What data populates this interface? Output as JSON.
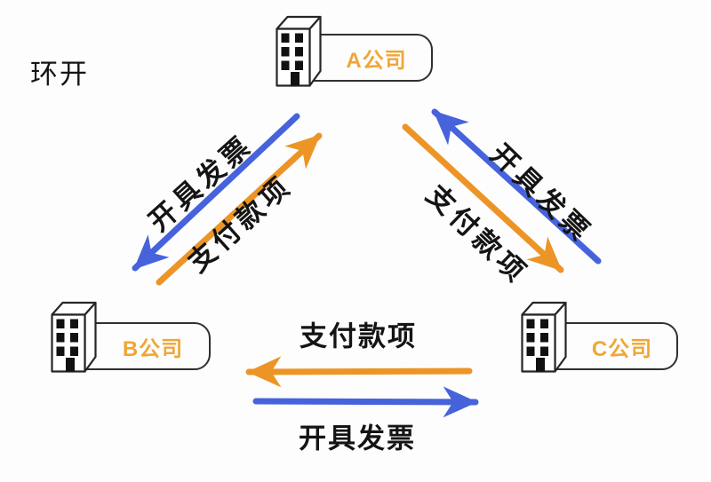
{
  "title": "环开",
  "colors": {
    "blue": "#4663DC",
    "orange": "#EC9526",
    "node_label": "#F0A637",
    "text": "#141414",
    "outline": "#262626"
  },
  "nodes": [
    {
      "id": "company-a",
      "label": "A公司"
    },
    {
      "id": "company-b",
      "label": "B公司"
    },
    {
      "id": "company-c",
      "label": "C公司"
    }
  ],
  "edges": [
    {
      "id": "a-to-b",
      "from": "A公司",
      "to": "B公司",
      "label": "开具发票",
      "color": "blue"
    },
    {
      "id": "b-to-a",
      "from": "B公司",
      "to": "A公司",
      "label": "支付款项",
      "color": "orange"
    },
    {
      "id": "c-to-a",
      "from": "C公司",
      "to": "A公司",
      "label": "开具发票",
      "color": "blue"
    },
    {
      "id": "a-to-c",
      "from": "A公司",
      "to": "C公司",
      "label": "支付款项",
      "color": "orange"
    },
    {
      "id": "c-to-b",
      "from": "C公司",
      "to": "B公司",
      "label": "支付款项",
      "color": "orange"
    },
    {
      "id": "b-to-c",
      "from": "B公司",
      "to": "C公司",
      "label": "开具发票",
      "color": "blue"
    }
  ]
}
